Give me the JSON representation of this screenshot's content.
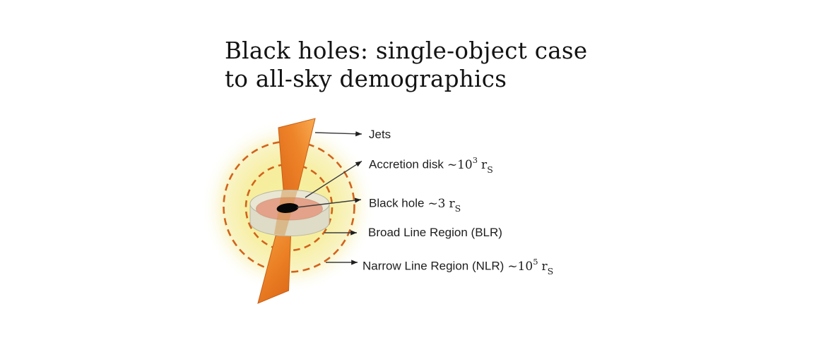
{
  "title": {
    "line1": "Black holes: single-object case",
    "line2": "to all-sky demographics"
  },
  "diagram": {
    "labels": {
      "jets": {
        "text": "Jets"
      },
      "accretion_disk": {
        "text": "Accretion disk",
        "scale": "~10",
        "exponent": "3",
        "unit": "r",
        "unit_sub": "S"
      },
      "black_hole": {
        "text": "Black hole",
        "scale": "~3",
        "exponent": "",
        "unit": "r",
        "unit_sub": "S"
      },
      "blr": {
        "text": "Broad Line Region (BLR)"
      },
      "nlr": {
        "text": "Narrow Line Region (NLR)",
        "scale": "~10",
        "exponent": "5",
        "unit": "r",
        "unit_sub": "S"
      }
    },
    "colors": {
      "jet_orange": "#ED7D21",
      "jet_orange_light": "#F6A44C",
      "jet_edge": "#C85F16",
      "dashed_circle_orange": "#D2631C",
      "glow_yellow": "#F6EE9D",
      "torus_beige": "#DEDBC6",
      "torus_top_beige": "#E9E6D4",
      "accretion_salmon": "#E3A289",
      "black_hole_black": "#070707",
      "arrow_gray": "#3C3C3C",
      "label_text": "#1E1E1E"
    }
  }
}
